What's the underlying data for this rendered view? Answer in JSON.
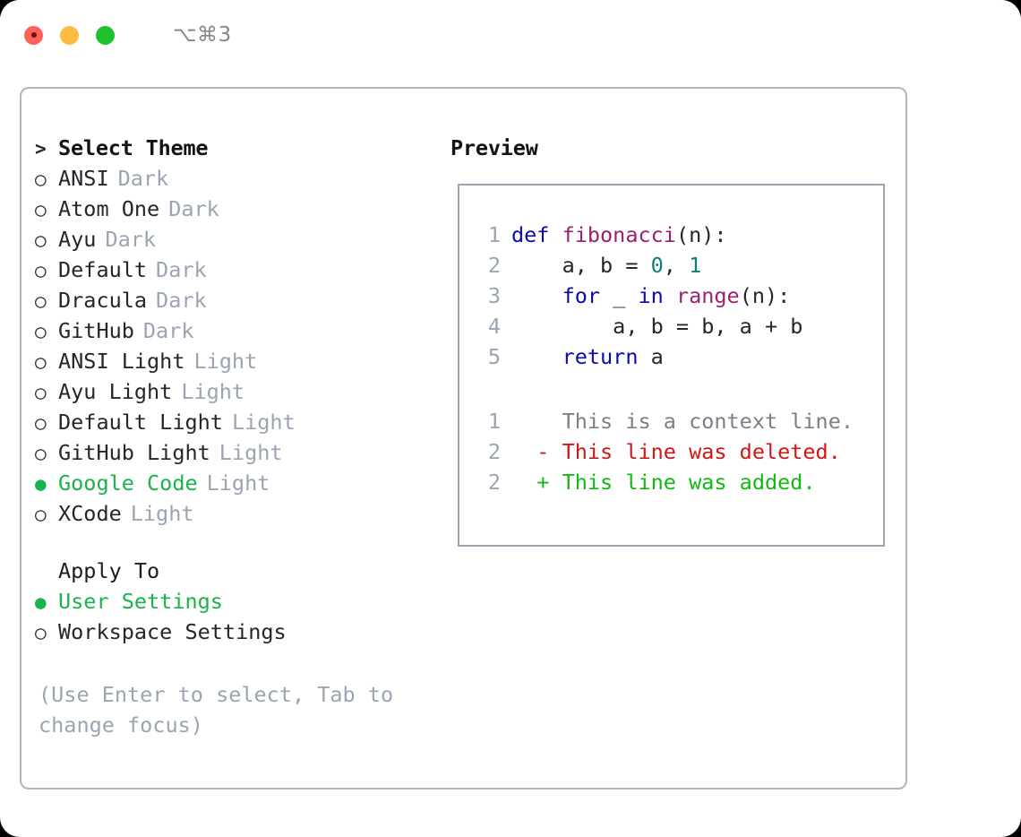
{
  "window": {
    "shortcut": "⌥⌘3",
    "traffic_lights": [
      "close-button",
      "minimize-button",
      "maximize-button"
    ],
    "colors": {
      "close": "#ff6058",
      "minimize": "#fdbc40",
      "maximize": "#21c030",
      "accent_green": "#19b34b",
      "muted": "#9ba4b2",
      "border": "#aeb6c2"
    }
  },
  "theme_picker": {
    "header": "Select Theme",
    "prompt": ">",
    "bullet_selected": "●",
    "bullet_unselected": "○",
    "items": [
      {
        "name": "ANSI",
        "kind": "Dark",
        "selected": false
      },
      {
        "name": "Atom One",
        "kind": "Dark",
        "selected": false
      },
      {
        "name": "Ayu",
        "kind": "Dark",
        "selected": false
      },
      {
        "name": "Default",
        "kind": "Dark",
        "selected": false
      },
      {
        "name": "Dracula",
        "kind": "Dark",
        "selected": false
      },
      {
        "name": "GitHub",
        "kind": "Dark",
        "selected": false
      },
      {
        "name": "ANSI Light",
        "kind": "Light",
        "selected": false
      },
      {
        "name": "Ayu Light",
        "kind": "Light",
        "selected": false
      },
      {
        "name": "Default Light",
        "kind": "Light",
        "selected": false
      },
      {
        "name": "GitHub Light",
        "kind": "Light",
        "selected": false
      },
      {
        "name": "Google Code",
        "kind": "Light",
        "selected": true
      },
      {
        "name": "XCode",
        "kind": "Light",
        "selected": false
      }
    ]
  },
  "apply_to": {
    "title": "Apply To",
    "options": [
      {
        "label": "User Settings",
        "selected": true
      },
      {
        "label": "Workspace Settings",
        "selected": false
      }
    ]
  },
  "hint": "(Use Enter to select, Tab to change focus)",
  "preview": {
    "title": "Preview",
    "code_lines": [
      {
        "num": "1",
        "tokens": [
          {
            "t": "def ",
            "c": "kw"
          },
          {
            "t": "fibonacci",
            "c": "fn"
          },
          {
            "t": "(n):",
            "c": "pun"
          }
        ]
      },
      {
        "num": "2",
        "tokens": [
          {
            "t": "    a, b = ",
            "c": "pun"
          },
          {
            "t": "0",
            "c": "num"
          },
          {
            "t": ", ",
            "c": "pun"
          },
          {
            "t": "1",
            "c": "num"
          }
        ]
      },
      {
        "num": "3",
        "tokens": [
          {
            "t": "    ",
            "c": "pun"
          },
          {
            "t": "for",
            "c": "kw"
          },
          {
            "t": " _ ",
            "c": "pun"
          },
          {
            "t": "in",
            "c": "kw"
          },
          {
            "t": " ",
            "c": "pun"
          },
          {
            "t": "range",
            "c": "fn"
          },
          {
            "t": "(n):",
            "c": "pun"
          }
        ]
      },
      {
        "num": "4",
        "tokens": [
          {
            "t": "        a, b = b, a + b",
            "c": "pun"
          }
        ]
      },
      {
        "num": "5",
        "tokens": [
          {
            "t": "    ",
            "c": "pun"
          },
          {
            "t": "return",
            "c": "kw"
          },
          {
            "t": " a",
            "c": "pun"
          }
        ]
      }
    ],
    "diff_lines": [
      {
        "num": "1",
        "marker": " ",
        "text": "This is a context line.",
        "kind": "ctx"
      },
      {
        "num": "2",
        "marker": "-",
        "text": "This line was deleted.",
        "kind": "del"
      },
      {
        "num": "2",
        "marker": "+",
        "text": "This line was added.",
        "kind": "add"
      }
    ]
  }
}
